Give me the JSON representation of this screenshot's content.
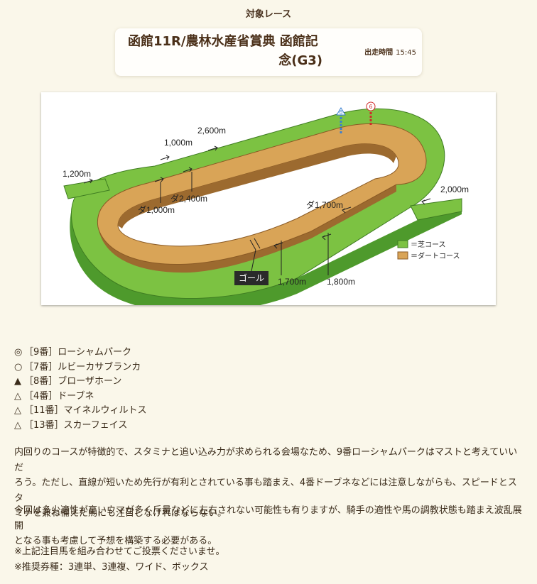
{
  "section_title": "対象レース",
  "race": {
    "name_line1": "函館11R/農林水産省賞典 函館記",
    "name_line2": "念(G3)",
    "post_time_label": "出走時間",
    "post_time": "15:45"
  },
  "course_map": {
    "labels": {
      "d1200": "1,200m",
      "d1000": "1,000m",
      "d2600": "2,600m",
      "d2000": "2,000m",
      "dirt2400": "ダ2,400m",
      "dirt1000": "ダ1,000m",
      "dirt1700": "ダ1,700m",
      "d1700": "1,700m",
      "d1800": "1,800m",
      "goal": "ゴール",
      "pole_a": "6",
      "pole_b": "6"
    },
    "legend": {
      "turf": "＝芝コース",
      "dirt": "＝ダートコース"
    },
    "colors": {
      "turf": "#7cc242",
      "turf_dark": "#4e9a2c",
      "dirt": "#d9a457",
      "dirt_dark": "#9c6a2f",
      "goal_bg": "#2a2a2a"
    }
  },
  "picks": [
    {
      "mark": "◎",
      "horse": "［9番］ローシャムパーク"
    },
    {
      "mark": "○",
      "horse": "［7番］ルビーカサブランカ"
    },
    {
      "mark": "▲",
      "horse": "［8番］ブローザホーン"
    },
    {
      "mark": "△",
      "horse": "［4番］ドーブネ"
    },
    {
      "mark": "△",
      "horse": "［11番］マイネルウィルトス"
    },
    {
      "mark": "△",
      "horse": "［13番］スカーフェイス"
    }
  ],
  "comment1": {
    "line1": "内回りのコースが特徴的で、スタミナと追い込み力が求められる会場なため、9番ローシャムパークはマストと考えていいだ",
    "line2": "ろう。ただし、直線が短いため先行が有利とされている事も踏まえ、4番ドーブネなどには注意しながらも、スピードとスタ",
    "line3": "ミナを兼ね備えた馬にも注目しなければならない。"
  },
  "comment2": {
    "line1": "今回は多少適性が高いウマが多く斤量などに左右されない可能性も有りますが、騎手の適性や馬の調教状態も踏まえ波乱展開",
    "line2": "となる事も考慮して予想を構築する必要がある。"
  },
  "notes": {
    "line1": "※上記注目馬を組み合わせてご投票くださいませ。",
    "line2": "※推奨券種：3連単、3連複、ワイド、ボックス"
  }
}
